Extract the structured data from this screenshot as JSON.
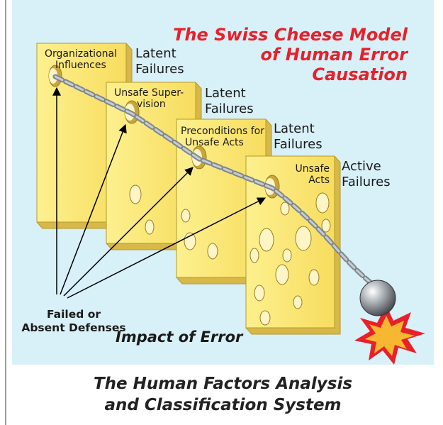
{
  "title": {
    "lines": [
      "The Swiss Cheese Model",
      "of Human Error",
      "Causation"
    ],
    "color": "#e8202a"
  },
  "slices": [
    {
      "label_lines": [
        "Organizational",
        "Influences"
      ],
      "failure_lines": [
        "Latent",
        "Failures"
      ]
    },
    {
      "label_lines": [
        "Unsafe Super-",
        "vision"
      ],
      "failure_lines": [
        "Latent",
        "Failures"
      ]
    },
    {
      "label_lines": [
        "Preconditions for",
        "Unsafe Acts"
      ],
      "failure_lines": [
        "Latent",
        "Failures"
      ]
    },
    {
      "label_lines": [
        "Unsafe",
        "Acts"
      ],
      "failure_lines": [
        "Active",
        "Failures"
      ]
    }
  ],
  "defenses_label": [
    "Failed or",
    "Absent Defenses"
  ],
  "impact_label": "Impact of Error",
  "caption": [
    "The Human Factors Analysis",
    "and Classification System"
  ],
  "colors": {
    "panel_background": "#d8f0f8",
    "cheese": "#fbe77a",
    "cheese_edge": "#b59a2a",
    "chain": "#9aa3ab",
    "title": "#e8202a",
    "impact_burst": "#f7b731"
  }
}
